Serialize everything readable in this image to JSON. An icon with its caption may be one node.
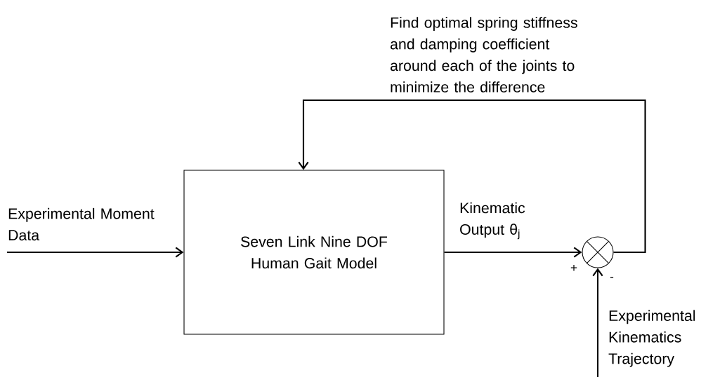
{
  "diagram": {
    "nodes": [
      {
        "text": [
          "Seven Link Nine DOF Human Gait Model"
        ]
      },
      {
        "text": [],
        "shape": "circle"
      }
    ],
    "edges": [
      {
        "from": null,
        "to": 0,
        "arrow": "to",
        "label": "Experimental Moment Data"
      },
      {
        "from": 0,
        "to": 1,
        "arrow": "to",
        "label": "Kinematic Output θ$_{j}$"
      },
      {
        "from": null,
        "to": 1,
        "arrow": "to",
        "label": "Experimental Kinematics Trajectory"
      },
      {
        "from": 1,
        "to": 0,
        "arrow": "to",
        "label": "Find optimal spring stiffness and damping coefficient around each of the joints to minimize the difference"
      }
    ],
    "labels": [
      "+",
      "-"
    ]
  }
}
